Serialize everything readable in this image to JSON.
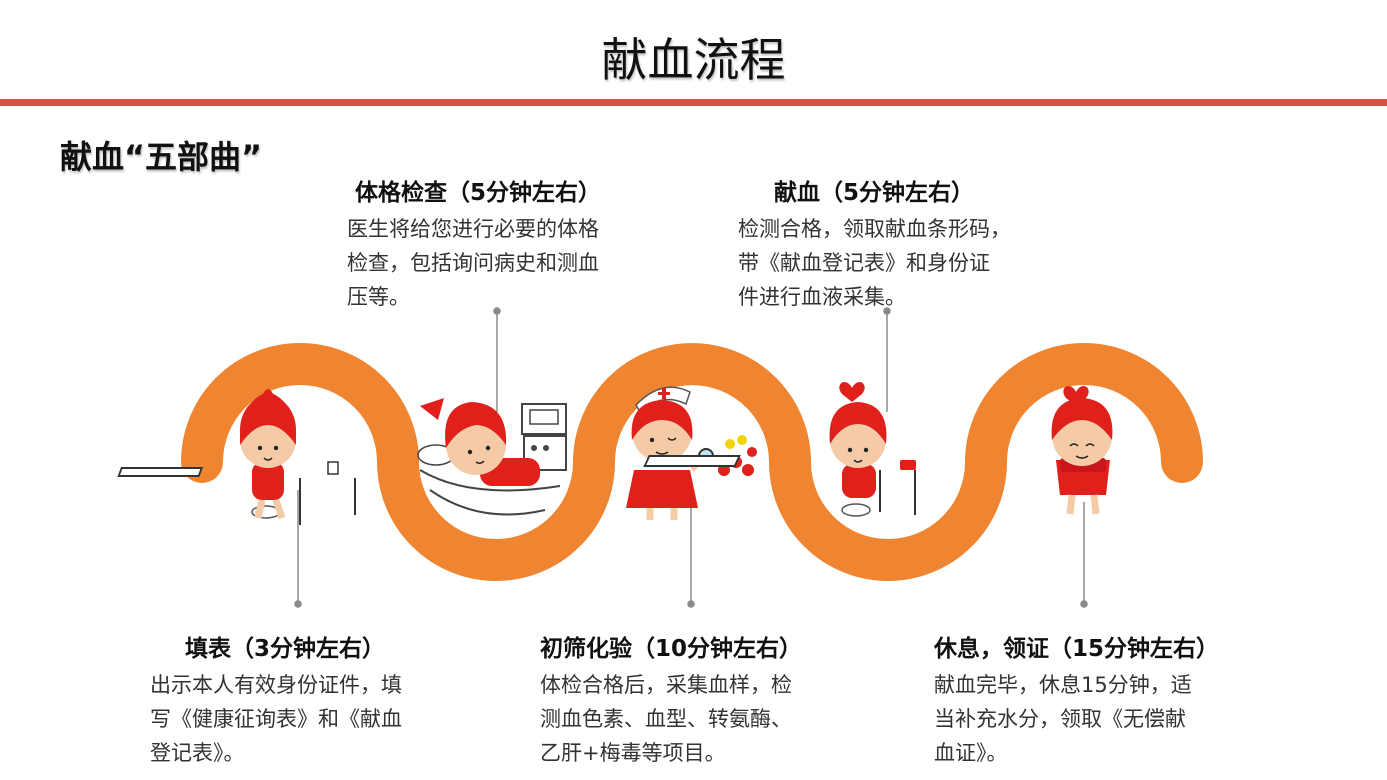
{
  "page": {
    "title": "献血流程",
    "subtitle": "献血“五部曲”"
  },
  "colors": {
    "accent_bar": "#d25543",
    "wave": "#ef8530",
    "mascot_red": "#e0201b",
    "mascot_skin": "#f5cba7"
  },
  "steps": [
    {
      "title": "填表（3分钟左右）",
      "desc": "出示本人有效身份证件，填\n写《健康征询表》和《献血\n登记表》。"
    },
    {
      "title": "体格检查（5分钟左右）",
      "desc": "医生将给您进行必要的体格\n检查，包括询问病史和测血\n压等。"
    },
    {
      "title": "初筛化验（10分钟左右）",
      "desc": "体检合格后，采集血样，检\n测血色素、血型、转氨酶、\n乙肝+梅毒等项目。"
    },
    {
      "title": "献血（5分钟左右）",
      "desc": "检测合格，领取献血条形码，\n带《献血登记表》和身份证\n件进行血液采集。"
    },
    {
      "title": "休息，领证（15分钟左右）",
      "desc": "献血完毕，休息15分钟，适\n当补充水分，领取《无偿献\n血证》。"
    }
  ],
  "icons": {
    "step1": "mascot-filling-form-icon",
    "step2": "mascot-on-exam-bed-icon",
    "step3": "mascot-nurse-lab-test-icon",
    "step4": "mascot-donating-blood-icon",
    "step5": "mascot-holding-certificate-icon"
  }
}
